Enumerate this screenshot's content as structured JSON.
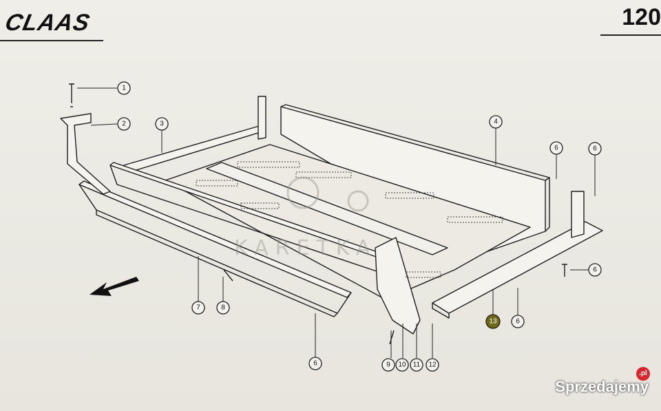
{
  "header": {
    "brand_logo": "CLAAS",
    "page_number": "120"
  },
  "callouts": [
    "1",
    "2",
    "3",
    "4",
    "6",
    "6",
    "7",
    "8",
    "6",
    "6",
    "9",
    "10",
    "11",
    "12",
    "13",
    "6",
    "6"
  ],
  "highlighted_callout": "13",
  "watermark": "KARETKA",
  "site_badge": {
    "name": "Sprzedajemy",
    "suffix": ".pl"
  }
}
